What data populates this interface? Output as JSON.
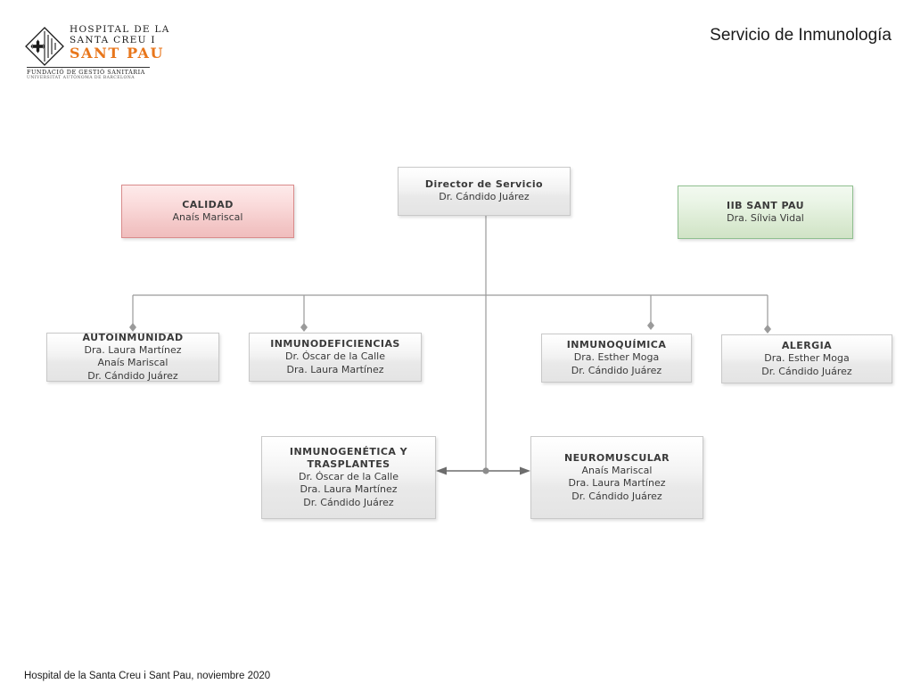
{
  "header": {
    "title": "Servicio de Inmunología",
    "logo": {
      "line1": "HOSPITAL DE LA",
      "line2": "SANTA CREU I",
      "line3": "SANT PAU",
      "sub1": "FUNDACIÓ DE GESTIÓ SANITÀRIA",
      "sub2": "UNIVERSITAT AUTÒNOMA DE BARCELONA",
      "mark_icon": "sant-pau-cross-diamond-icon",
      "accent_color": "#e8761b"
    }
  },
  "chart_data": {
    "type": "org-chart",
    "title": "Servicio de Inmunología",
    "root": {
      "id": "director",
      "title": "Director de Servicio",
      "people": [
        "Dr. Cándido Juárez"
      ]
    },
    "side_nodes": [
      {
        "id": "calidad",
        "title": "CALIDAD",
        "people": [
          "Anaís Mariscal"
        ],
        "accent": "#f0bdbd",
        "side": "left"
      },
      {
        "id": "iib",
        "title": "IIB SANT PAU",
        "people": [
          "Dra. Sílvia Vidal"
        ],
        "accent": "#d0e3c6",
        "side": "right"
      }
    ],
    "units": [
      {
        "id": "autoinmunidad",
        "title": "AUTOINMUNIDAD",
        "people": [
          "Dra. Laura Martínez",
          "Anaís Mariscal",
          "Dr. Cándido Juárez"
        ]
      },
      {
        "id": "inmunodeficiencias",
        "title": "INMUNODEFICIENCIAS",
        "people": [
          "Dr. Óscar de la Calle",
          "Dra. Laura Martínez"
        ]
      },
      {
        "id": "inmunoquimica",
        "title": "INMUNOQUÍMICA",
        "people": [
          "Dra. Esther Moga",
          "Dr. Cándido Juárez"
        ]
      },
      {
        "id": "alergia",
        "title": "ALERGIA",
        "people": [
          "Dra. Esther Moga",
          "Dr. Cándido Juárez"
        ]
      }
    ],
    "linked_units": [
      {
        "id": "inmunogenetica",
        "title": "INMUNOGENÉTICA Y TRASPLANTES",
        "title_lines": [
          "INMUNOGENÉTICA Y",
          "TRASPLANTES"
        ],
        "people": [
          "Dr. Óscar de la Calle",
          "Dra. Laura Martínez",
          "Dr. Cándido Juárez"
        ]
      },
      {
        "id": "neuromuscular",
        "title": "NEUROMUSCULAR",
        "people": [
          "Anaís Mariscal",
          "Dra. Laura Martínez",
          "Dr. Cándido Juárez"
        ]
      }
    ],
    "connector_color": "#9a9a9a",
    "link_style": "bidirectional-arrow"
  },
  "footer": {
    "note": "Hospital de la Santa Creu i Sant Pau, noviembre 2020"
  }
}
